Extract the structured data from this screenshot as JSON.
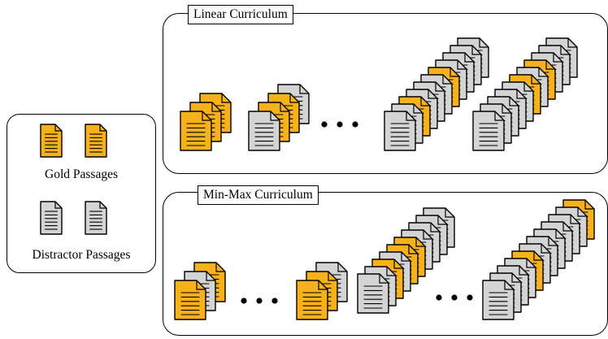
{
  "legend": {
    "gold_label": "Gold Passages",
    "distractor_label": "Distractor Passages"
  },
  "panels": {
    "linear_title": "Linear Curriculum",
    "minmax_title": "Min-Max Curriculum"
  },
  "colors": {
    "gold": "#F7B21B",
    "distractor": "#D4D4D4",
    "stroke": "#000000"
  },
  "curricula": {
    "linear": {
      "stages": [
        [
          "gold",
          "gold",
          "gold"
        ],
        [
          "distractor",
          "gold",
          "gold",
          "distractor"
        ],
        [
          "ellipsis"
        ],
        [
          "distractor",
          "distractor",
          "distractor",
          "distractor",
          "gold",
          "distractor",
          "distractor",
          "distractor",
          "gold",
          "distractor",
          "distractor"
        ],
        [
          "distractor",
          "distractor",
          "distractor",
          "gold",
          "distractor",
          "gold",
          "distractor",
          "distractor",
          "distractor",
          "distractor",
          "distractor"
        ]
      ]
    },
    "minmax": {
      "stages": [
        [
          "gold",
          "distractor",
          "gold"
        ],
        [
          "ellipsis"
        ],
        [
          "distractor",
          "gold",
          "gold"
        ],
        [
          "distractor",
          "distractor",
          "distractor",
          "distractor",
          "gold",
          "gold",
          "distractor",
          "gold",
          "distractor",
          "distractor"
        ],
        [
          "ellipsis"
        ],
        [
          "gold",
          "distractor",
          "distractor",
          "distractor",
          "distractor",
          "distractor",
          "distractor",
          "gold",
          "distractor",
          "distractor",
          "distractor",
          "distractor"
        ]
      ]
    }
  }
}
